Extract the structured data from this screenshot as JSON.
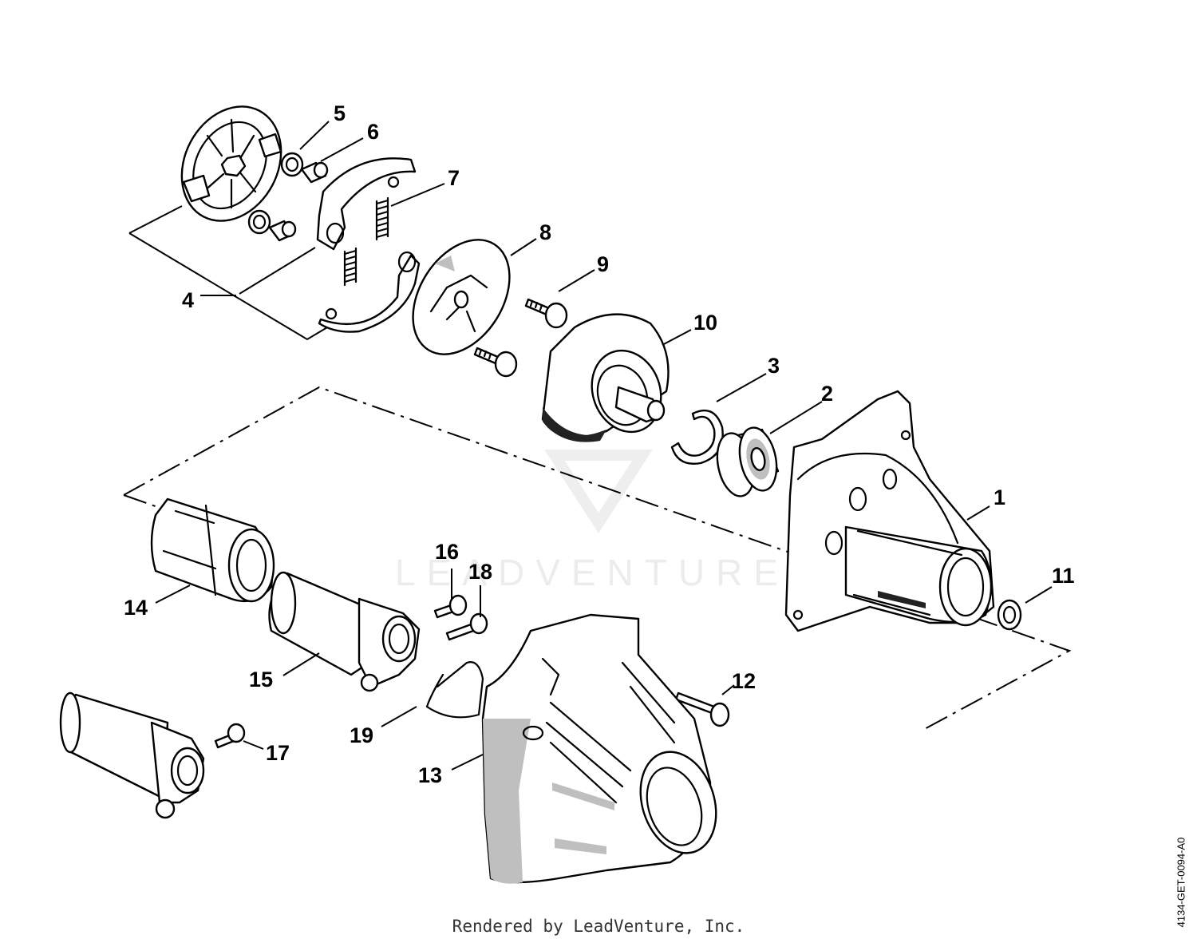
{
  "watermark": "LEADVENTURE",
  "footer_credit": "Rendered by LeadVenture, Inc.",
  "drawing_code": "4134-GET-0094-A0",
  "parts": [
    {
      "num": "1"
    },
    {
      "num": "2"
    },
    {
      "num": "3"
    },
    {
      "num": "4"
    },
    {
      "num": "5"
    },
    {
      "num": "6"
    },
    {
      "num": "7"
    },
    {
      "num": "8"
    },
    {
      "num": "9"
    },
    {
      "num": "10"
    },
    {
      "num": "11"
    },
    {
      "num": "12"
    },
    {
      "num": "13"
    },
    {
      "num": "14"
    },
    {
      "num": "15"
    },
    {
      "num": "16"
    },
    {
      "num": "17"
    },
    {
      "num": "18"
    },
    {
      "num": "19"
    }
  ]
}
